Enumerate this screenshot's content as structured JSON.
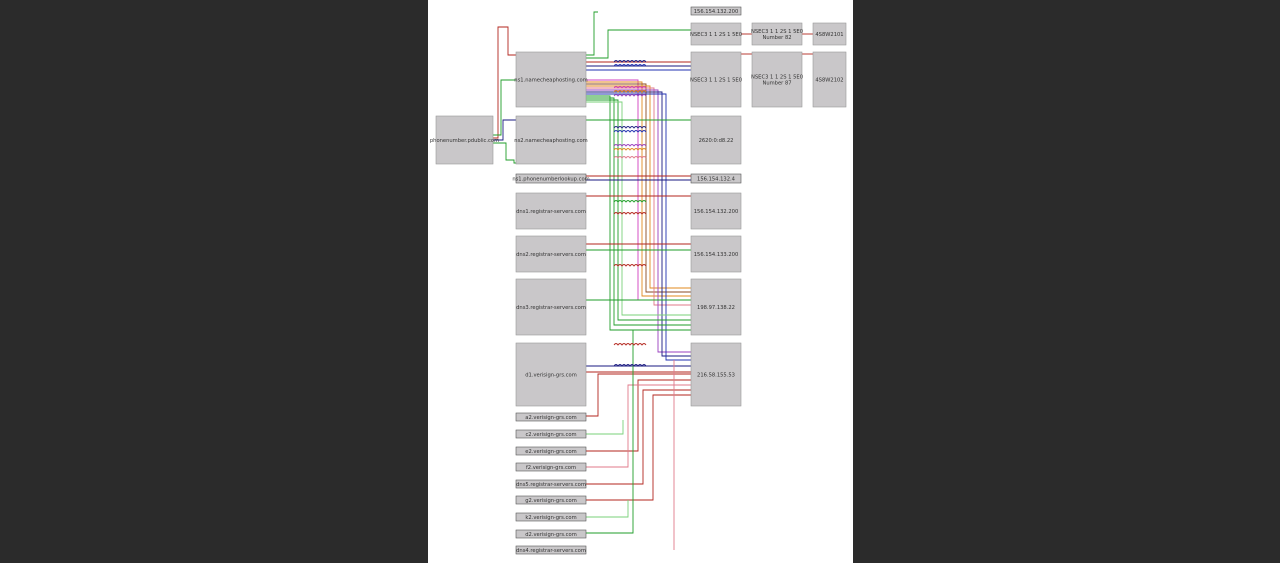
{
  "viewer": {
    "title": ""
  },
  "diagram": {
    "colors": {
      "red": "#b3261e",
      "green": "#1f9e28",
      "blue": "#2030b0",
      "orange": "#e08a1e",
      "purple": "#9a3fbf",
      "magenta": "#d040c0",
      "pink": "#e07a8a",
      "lightgreen": "#7ad07a",
      "navy": "#1a1a80",
      "brown": "#8a4a20"
    },
    "nodes": [
      {
        "id": "root",
        "label": "phonenumber.pdublic.com"
      },
      {
        "id": "ns1",
        "label": "ns1.namecheaphosting.com"
      },
      {
        "id": "ns2",
        "label": "ns2.namecheaphosting.com"
      },
      {
        "id": "bar1",
        "label": "ns1.phonenumberlookup.com"
      },
      {
        "id": "dns1",
        "label": "dns1.registrar-servers.com"
      },
      {
        "id": "dns2",
        "label": "dns2.registrar-servers.com"
      },
      {
        "id": "dns3",
        "label": "dns3.registrar-servers.com"
      },
      {
        "id": "v1",
        "label": "d1.verisign-grs.com"
      },
      {
        "id": "s1",
        "label": "a2.verisign-grs.com"
      },
      {
        "id": "s2",
        "label": "c2.verisign-grs.com"
      },
      {
        "id": "s3",
        "label": "e2.verisign-grs.com"
      },
      {
        "id": "s4",
        "label": "f2.verisign-grs.com"
      },
      {
        "id": "s5",
        "label": "dns5.registrar-servers.com"
      },
      {
        "id": "s6",
        "label": "g2.verisign-grs.com"
      },
      {
        "id": "s7",
        "label": "k2.verisign-grs.com"
      },
      {
        "id": "s8",
        "label": "d2.verisign-grs.com"
      },
      {
        "id": "s9",
        "label": "dns4.registrar-servers.com"
      },
      {
        "id": "ip0",
        "label": "156.154.132.200"
      },
      {
        "id": "ipA",
        "label": "NSEC3 1 1 2S 1 5E0"
      },
      {
        "id": "ipA2",
        "label": "NSEC3 1 1 2S 1 5E0"
      },
      {
        "id": "ipB",
        "label": "NSEC3 1 1 2S 1 5E0\nNumber 82"
      },
      {
        "id": "ipB2",
        "label": "NSEC3 1 1 2S 1 5E0\nNumber 87"
      },
      {
        "id": "ipC",
        "label": "4S8W2101"
      },
      {
        "id": "ipC2",
        "label": "4S8W2102"
      },
      {
        "id": "ip1",
        "label": "2620:0:d8.22"
      },
      {
        "id": "ip2",
        "label": "156.154.132.4"
      },
      {
        "id": "ip3",
        "label": "156.154.132.200"
      },
      {
        "id": "ip4",
        "label": "156.154.133.200"
      },
      {
        "id": "ip5",
        "label": "198.97.138.22"
      },
      {
        "id": "ip6",
        "label": "216.58.155.53"
      }
    ]
  }
}
